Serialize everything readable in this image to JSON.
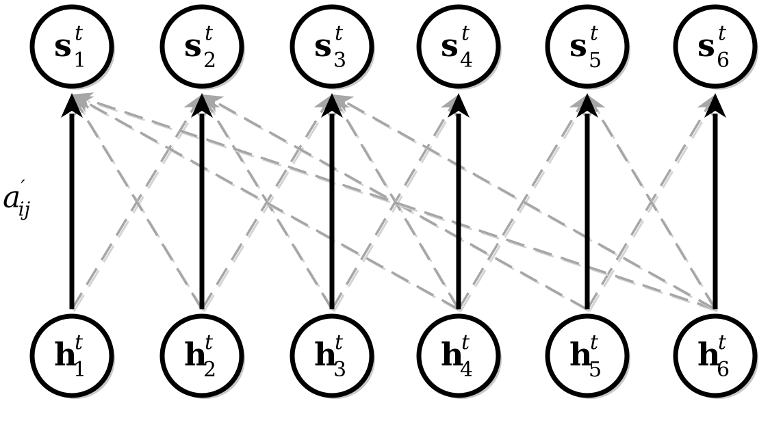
{
  "diagram": {
    "top_nodes": [
      {
        "base": "s",
        "sup": "t",
        "sub": "1"
      },
      {
        "base": "s",
        "sup": "t",
        "sub": "2"
      },
      {
        "base": "s",
        "sup": "t",
        "sub": "3"
      },
      {
        "base": "s",
        "sup": "t",
        "sub": "4"
      },
      {
        "base": "s",
        "sup": "t",
        "sub": "5"
      },
      {
        "base": "s",
        "sup": "t",
        "sub": "6"
      }
    ],
    "bottom_nodes": [
      {
        "base": "h",
        "sup": "t",
        "sub": "1"
      },
      {
        "base": "h",
        "sup": "t",
        "sub": "2"
      },
      {
        "base": "h",
        "sup": "t",
        "sub": "3"
      },
      {
        "base": "h",
        "sup": "t",
        "sub": "4"
      },
      {
        "base": "h",
        "sup": "t",
        "sub": "5"
      },
      {
        "base": "h",
        "sup": "t",
        "sub": "6"
      }
    ],
    "side_label": {
      "base": "a",
      "prime": "′",
      "sub": "ij"
    },
    "solid_edges": [
      {
        "from": 1,
        "to": 1
      },
      {
        "from": 2,
        "to": 2
      },
      {
        "from": 3,
        "to": 3
      },
      {
        "from": 4,
        "to": 4
      },
      {
        "from": 5,
        "to": 5
      },
      {
        "from": 6,
        "to": 6
      }
    ],
    "dashed_edges": [
      {
        "from": 1,
        "to": 2
      },
      {
        "from": 2,
        "to": 1
      },
      {
        "from": 2,
        "to": 3
      },
      {
        "from": 3,
        "to": 2
      },
      {
        "from": 3,
        "to": 4
      },
      {
        "from": 4,
        "to": 1
      },
      {
        "from": 4,
        "to": 3
      },
      {
        "from": 4,
        "to": 5
      },
      {
        "from": 5,
        "to": 2
      },
      {
        "from": 5,
        "to": 6
      },
      {
        "from": 6,
        "to": 1
      },
      {
        "from": 6,
        "to": 3
      },
      {
        "from": 6,
        "to": 5
      }
    ],
    "colors": {
      "solid_edge": "#000000",
      "dashed_edge": "#a6a6a6",
      "node_stroke": "#000000",
      "node_fill": "#ffffff"
    }
  }
}
